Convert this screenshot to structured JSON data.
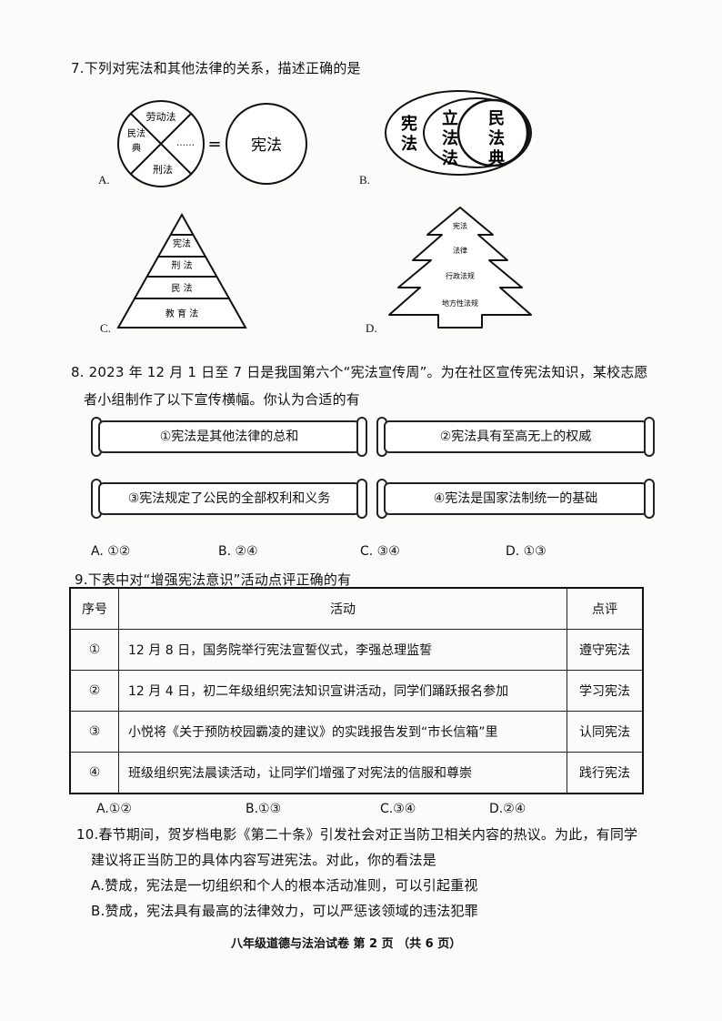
{
  "q7": {
    "stem": "7.下列对宪法和其他法律的关系，描述正确的是",
    "a": {
      "label": "A.",
      "labor": "劳动法",
      "civil": "民法典",
      "criminal": "刑法",
      "dots": "……",
      "equals": "=",
      "constitution": "宪法"
    },
    "b": {
      "label": "B.",
      "outer": "宪法",
      "middle": "立法法",
      "inner": "民法典"
    },
    "c": {
      "label": "C.",
      "levels": [
        "宪法",
        "刑 法",
        "民 法",
        "教 育 法"
      ]
    },
    "d": {
      "label": "D.",
      "levels": [
        "宪法",
        "法律",
        "行政法规",
        "地方性法规"
      ]
    }
  },
  "q8": {
    "line1": "8. 2023 年 12 月 1 日至 7 日是我国第六个“宪法宣传周”。为在社区宣传宪法知识，某校志愿",
    "line2": "者小组制作了以下宣传横幅。你认为合适的有",
    "banners": [
      "①宪法是其他法律的总和",
      "②宪法具有至高无上的权威",
      "③宪法规定了公民的全部权利和义务",
      "④宪法是国家法制统一的基础"
    ],
    "options": [
      "A. ①②",
      "B. ②④",
      "C. ③④",
      "D. ①③"
    ]
  },
  "q9": {
    "stem": "9.下表中对“增强宪法意识”活动点评正确的有",
    "headers": [
      "序号",
      "活动",
      "点评"
    ],
    "rows": [
      {
        "no": "①",
        "activity": "12 月 8 日，国务院举行宪法宣誓仪式，李强总理监誓",
        "comment": "遵守宪法"
      },
      {
        "no": "②",
        "activity": "12 月 4 日，初二年级组织宪法知识宣讲活动，同学们踊跃报名参加",
        "comment": "学习宪法"
      },
      {
        "no": "③",
        "activity": "小悦将《关于预防校园霸凌的建议》的实践报告发到“市长信箱”里",
        "comment": "认同宪法"
      },
      {
        "no": "④",
        "activity": "班级组织宪法晨读活动，让同学们增强了对宪法的信服和尊崇",
        "comment": "践行宪法"
      }
    ],
    "options": [
      "A.①②",
      "B.①③",
      "C.③④",
      "D.②④"
    ]
  },
  "q10": {
    "line1": "10.春节期间，贺岁档电影《第二十条》引发社会对正当防卫相关内容的热议。为此，有同学",
    "line2": "建议将正当防卫的具体内容写进宪法。对此，你的看法是",
    "optA": "A.赞成，宪法是一切组织和个人的根本活动准则，可以引起重视",
    "optB": "B.赞成，宪法具有最高的法律效力，可以严惩该领域的违法犯罪"
  },
  "footer": "八年级道德与法治试卷  第 2 页  （共 6 页）"
}
